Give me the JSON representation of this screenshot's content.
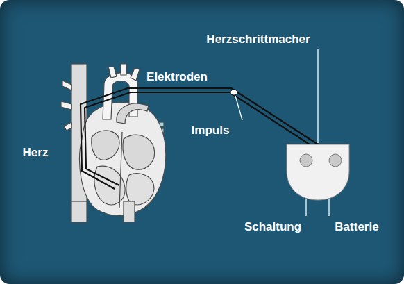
{
  "diagram": {
    "labels": [
      "Herzschrittmacher",
      "Elektroden",
      "Impuls",
      "Herz",
      "Schaltung",
      "Batterie"
    ]
  }
}
